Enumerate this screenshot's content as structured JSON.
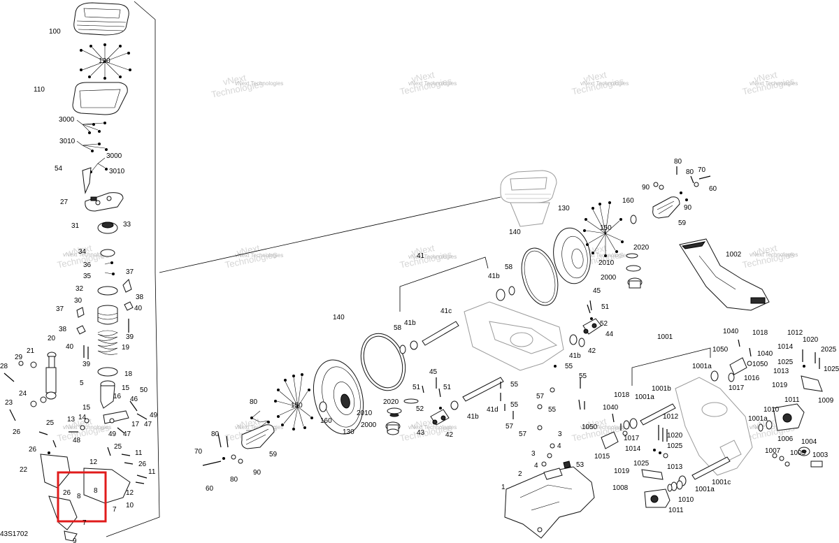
{
  "diagram_code": "43S1702",
  "highlight_color": "#e01b1b",
  "watermark": {
    "line1": "vNext",
    "line2": "Technologies",
    "small": "vNext Technologies"
  },
  "labels": {
    "l100": "100",
    "l120": "120",
    "l110": "110",
    "l3000a": "3000",
    "l3010a": "3010",
    "l3000b": "3000",
    "l3010b": "3010",
    "l54": "54",
    "l27": "27",
    "l31": "31",
    "l33": "33",
    "l34": "34",
    "l36": "36",
    "l35": "35",
    "l37a": "37",
    "l32": "32",
    "l38a": "38",
    "l30": "30",
    "l40a": "40",
    "l37b": "37",
    "l39a": "39",
    "l38b": "38",
    "l40b": "40",
    "l19": "19",
    "l39b": "39",
    "l20": "20",
    "l18": "18",
    "l21": "21",
    "l29": "29",
    "l28": "28",
    "l5": "5",
    "l15a": "15",
    "l50": "50",
    "l24": "24",
    "l16": "16",
    "l46": "46",
    "l23": "23",
    "l49a": "49",
    "l15b": "15",
    "l17": "17",
    "l47a": "47",
    "l13": "13",
    "l14": "14",
    "l25a": "25",
    "l49b": "49",
    "l47b": "47",
    "l26a": "26",
    "l48": "48",
    "l25b": "25",
    "l26b": "26",
    "l11a": "11",
    "l12a": "12",
    "l26c": "26",
    "l22": "22",
    "l11b": "11",
    "l12b": "12",
    "l26d": "26",
    "l8a": "8",
    "l8b": "8",
    "l10": "10",
    "l7a": "7",
    "l7b": "7",
    "l9": "9",
    "l41": "41",
    "l41b1": "41b",
    "l58a": "58",
    "l140a": "140",
    "l41c": "41c",
    "l41b2": "41b",
    "l58b": "58",
    "l140b": "140",
    "l150a": "150",
    "l45a": "45",
    "l51a": "51",
    "l51b": "51",
    "l2020a": "2020",
    "l2010a": "2010",
    "l52a": "52",
    "l160a": "160",
    "l130a": "130",
    "l2000a": "2000",
    "l43": "43",
    "l42a": "42",
    "l41b3": "41b",
    "l41d": "41d",
    "l55a": "55",
    "l57a": "57",
    "l55b": "55",
    "l57b": "57",
    "l57c": "57",
    "l55c": "55",
    "l80a": "80",
    "l70a": "70",
    "l80b": "80",
    "l90a": "90",
    "l60a": "60",
    "l59a": "59",
    "l80c": "80",
    "l80d": "80",
    "l70b": "70",
    "l90b": "90",
    "l60b": "60",
    "l90c": "90",
    "l160b": "160",
    "l130b": "130",
    "l59b": "59",
    "l150b": "150",
    "l2020b": "2020",
    "l2010b": "2010",
    "l2000b": "2000",
    "l1002": "1002",
    "l45b": "45",
    "l51c": "51",
    "l52b": "52",
    "l44": "44",
    "l41b4": "41b",
    "l42b": "42",
    "l55d": "55",
    "l55e": "55",
    "l3a": "3",
    "l3b": "3",
    "l4a": "4",
    "l4b": "4",
    "l53": "53",
    "l2": "2",
    "l1": "1",
    "l1001": "1001",
    "l1001a1": "1001a",
    "l1040a": "1040",
    "l1018a": "1018",
    "l1050a": "1050",
    "l1040b": "1040",
    "l1050b": "1050",
    "l1016": "1016",
    "l1012a": "1012",
    "l1020a": "1020",
    "l1014a": "1014",
    "l2025": "2025",
    "l1025a": "1025",
    "l1013a": "1013",
    "l1019a": "1019",
    "l1017a": "1017",
    "l1018b": "1018",
    "l1001b1": "1001b",
    "l1001a2": "1001a",
    "l1040c": "1040",
    "l1050c": "1050",
    "l1015": "1015",
    "l1017b": "1017",
    "l1012b": "1012",
    "l1020b": "1020",
    "l1014b": "1014",
    "l1025b": "1025",
    "l1025c": "1025",
    "l1013b": "1013",
    "l1019b": "1019",
    "l1008": "1008",
    "l1010a": "1010",
    "l1011a": "1011",
    "l1001a3": "1001a",
    "l1001c": "1001c",
    "l1010b": "1010",
    "l1011b": "1011",
    "l1009": "1009",
    "l1001a4": "1001a",
    "l1004": "1004",
    "l1007": "1007",
    "l1006": "1006",
    "l1005": "1005",
    "l1003": "1003"
  }
}
